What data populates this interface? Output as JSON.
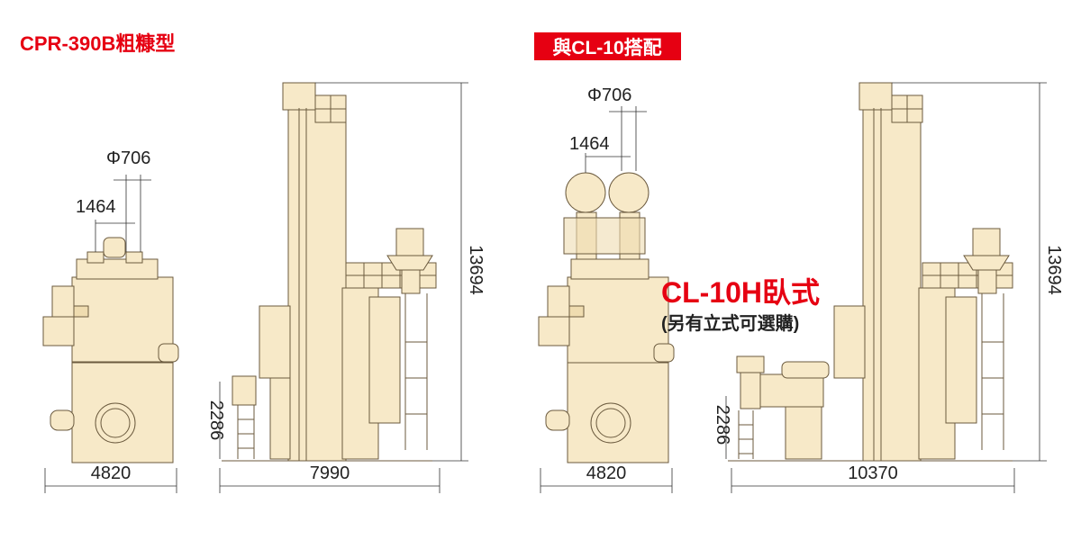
{
  "left_title": "CPR-390B粗糠型",
  "right_badge": "與CL-10搭配",
  "accent_red": "#e60012",
  "machine_fill": "#f7e9c8",
  "machine_stroke": "#6b5a3e",
  "left": {
    "phi": "Φ706",
    "spacing": "1464",
    "front_width": "4820",
    "side_width": "7990",
    "height": "13694",
    "ladder_height": "2286"
  },
  "right": {
    "phi": "Φ706",
    "spacing": "1464",
    "front_width": "4820",
    "side_width": "10370",
    "height": "13694",
    "ladder_height": "2286",
    "model_label": "CL-10H臥式",
    "model_note": "(另有立式可選購)"
  }
}
